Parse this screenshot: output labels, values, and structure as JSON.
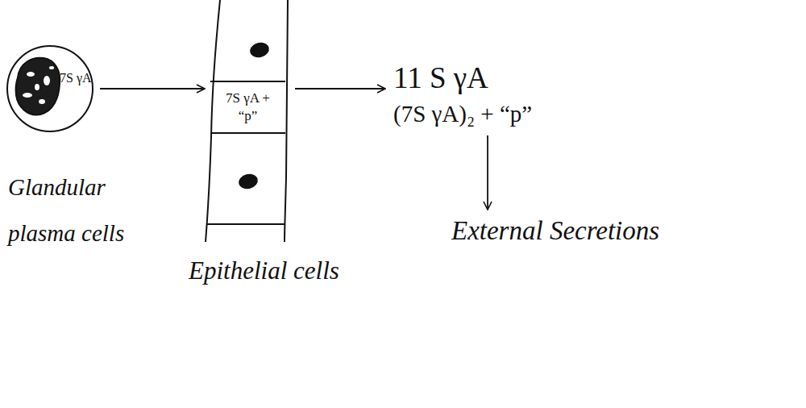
{
  "diagram": {
    "nodes": [
      {
        "text": [
          "7S γA",
          "Glandular plasma cells"
        ]
      },
      {
        "text": [
          "Epithelial cells"
        ]
      },
      {
        "text": [
          "7S γA + “p”"
        ],
        "in": 1
      },
      {
        "text": [
          "11 S γA",
          "(7S γA)₂ + “p”"
        ]
      },
      {
        "text": [
          "External Secretions"
        ]
      }
    ],
    "edges": [
      {
        "from": 0,
        "to": 1,
        "arrow": "to"
      },
      {
        "from": 1,
        "to": 3,
        "arrow": "to"
      },
      {
        "from": 3,
        "to": 4,
        "arrow": "to"
      }
    ]
  }
}
